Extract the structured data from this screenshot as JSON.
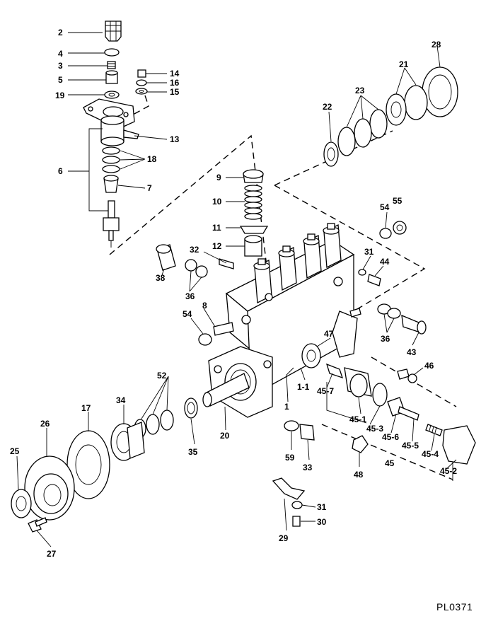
{
  "drawing_code": "PL0371",
  "callouts": [
    {
      "id": "c2",
      "text": "2"
    },
    {
      "id": "c4",
      "text": "4"
    },
    {
      "id": "c3",
      "text": "3"
    },
    {
      "id": "c5",
      "text": "5"
    },
    {
      "id": "c19",
      "text": "19"
    },
    {
      "id": "c14",
      "text": "14"
    },
    {
      "id": "c16",
      "text": "16"
    },
    {
      "id": "c15",
      "text": "15"
    },
    {
      "id": "c13",
      "text": "13"
    },
    {
      "id": "c6",
      "text": "6"
    },
    {
      "id": "c18",
      "text": "18"
    },
    {
      "id": "c7",
      "text": "7"
    },
    {
      "id": "c9",
      "text": "9"
    },
    {
      "id": "c10",
      "text": "10"
    },
    {
      "id": "c11",
      "text": "11"
    },
    {
      "id": "c12",
      "text": "12"
    },
    {
      "id": "c32",
      "text": "32"
    },
    {
      "id": "c38",
      "text": "38"
    },
    {
      "id": "c36a",
      "text": "36"
    },
    {
      "id": "c8",
      "text": "8"
    },
    {
      "id": "c54a",
      "text": "54"
    },
    {
      "id": "c28",
      "text": "28"
    },
    {
      "id": "c21",
      "text": "21"
    },
    {
      "id": "c23",
      "text": "23"
    },
    {
      "id": "c22",
      "text": "22"
    },
    {
      "id": "c54b",
      "text": "54"
    },
    {
      "id": "c55",
      "text": "55"
    },
    {
      "id": "c31a",
      "text": "31"
    },
    {
      "id": "c44",
      "text": "44"
    },
    {
      "id": "c36b",
      "text": "36"
    },
    {
      "id": "c43",
      "text": "43"
    },
    {
      "id": "c47",
      "text": "47"
    },
    {
      "id": "c46",
      "text": "46"
    },
    {
      "id": "c1-1",
      "text": "1-1"
    },
    {
      "id": "c45-7",
      "text": "45-7"
    },
    {
      "id": "c1",
      "text": "1"
    },
    {
      "id": "c45-1",
      "text": "45-1"
    },
    {
      "id": "c45-3",
      "text": "45-3"
    },
    {
      "id": "c45-6",
      "text": "45-6"
    },
    {
      "id": "c45-5",
      "text": "45-5"
    },
    {
      "id": "c45-4",
      "text": "45-4"
    },
    {
      "id": "c45",
      "text": "45"
    },
    {
      "id": "c45-2",
      "text": "45-2"
    },
    {
      "id": "c52",
      "text": "52"
    },
    {
      "id": "c17",
      "text": "17"
    },
    {
      "id": "c34",
      "text": "34"
    },
    {
      "id": "c26",
      "text": "26"
    },
    {
      "id": "c25",
      "text": "25"
    },
    {
      "id": "c35",
      "text": "35"
    },
    {
      "id": "c20",
      "text": "20"
    },
    {
      "id": "c59",
      "text": "59"
    },
    {
      "id": "c33",
      "text": "33"
    },
    {
      "id": "c48",
      "text": "48"
    },
    {
      "id": "c31b",
      "text": "31"
    },
    {
      "id": "c30",
      "text": "30"
    },
    {
      "id": "c29",
      "text": "29"
    },
    {
      "id": "c27",
      "text": "27"
    }
  ]
}
